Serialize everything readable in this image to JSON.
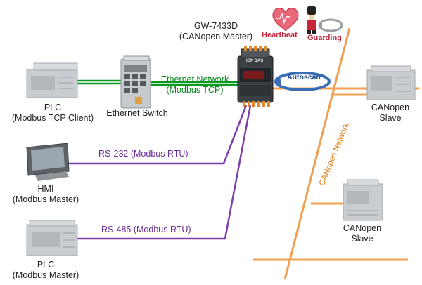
{
  "gateway": {
    "model": "GW-7433D",
    "role": "(CANopen Master)",
    "brand": "ICP DAS"
  },
  "features": {
    "heartbeat": "Heartbeat",
    "guarding": "Guarding",
    "autoscan": "Autoscan"
  },
  "plc_tcp": {
    "line1": "PLC",
    "line2": "(Modbus TCP Client)"
  },
  "switch": {
    "label": "Ethernet Switch"
  },
  "ethernet": {
    "line1": "Ethernet Network",
    "line2": "(Modbus TCP)"
  },
  "hmi": {
    "line1": "HMI",
    "line2": "(Modbus Master)"
  },
  "rs232": {
    "label": "RS-232 (Modbus RTU)"
  },
  "rs485": {
    "label": "RS-485 (Modbus RTU)"
  },
  "plc_master": {
    "line1": "PLC",
    "line2": "(Modbus Master)"
  },
  "canopen_network": {
    "label": "CANopen Network"
  },
  "slave1": {
    "line1": "CANopen",
    "line2": "Slave"
  },
  "slave2": {
    "line1": "CANopen",
    "line2": "Slave"
  },
  "colors": {
    "ethernet": "#0a9a22",
    "serial": "#7a3fa8",
    "canbus": "#f0a050",
    "accent_red": "#c8243a",
    "accent_blue": "#1e4b8c"
  }
}
